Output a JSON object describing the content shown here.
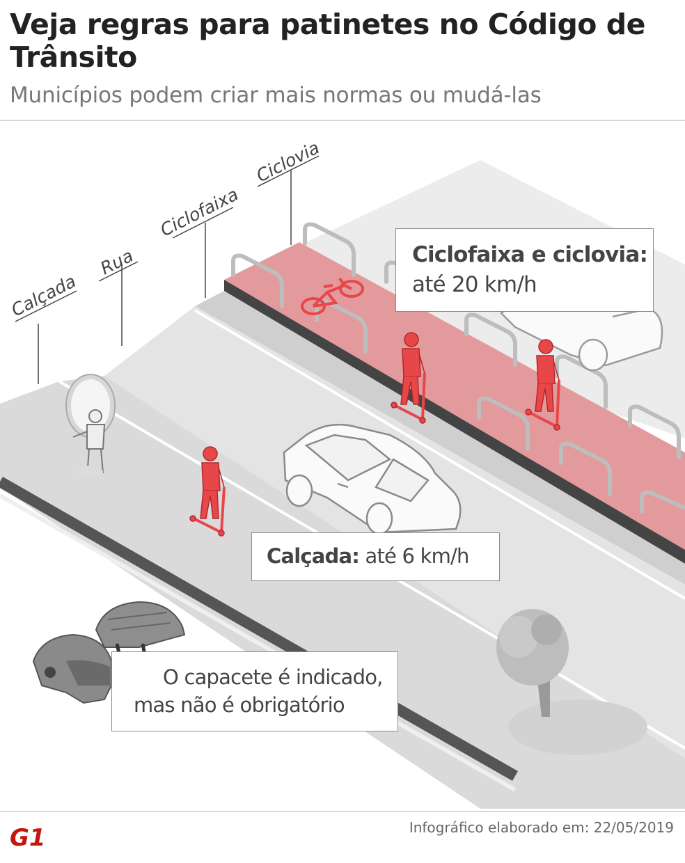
{
  "header": {
    "title": "Veja regras para patinetes no Código de Trânsito",
    "subtitle": "Municípios podem criar mais normas ou mudá-las"
  },
  "labels": {
    "calcada": "Calçada",
    "rua": "Rua",
    "ciclofaixa": "Ciclofaixa",
    "ciclovia": "Ciclovia"
  },
  "callouts": {
    "bike_title": "Ciclofaixa e ciclovia:",
    "bike_speed": "até 20 km/h",
    "sidewalk_title": "Calçada:",
    "sidewalk_speed": "até 6 km/h",
    "helmet_line1": "O capacete é indicado,",
    "helmet_line2": "mas não é obrigatório"
  },
  "footer": {
    "brand": "G1",
    "credit": "Infográfico elaborado em: 22/05/2019"
  },
  "colors": {
    "accent_red": "#e8474a",
    "lane_pink": "#e39a9c",
    "road_gray": "#e3e3e3",
    "title_dark": "#222222",
    "subtitle_gray": "#777777"
  }
}
